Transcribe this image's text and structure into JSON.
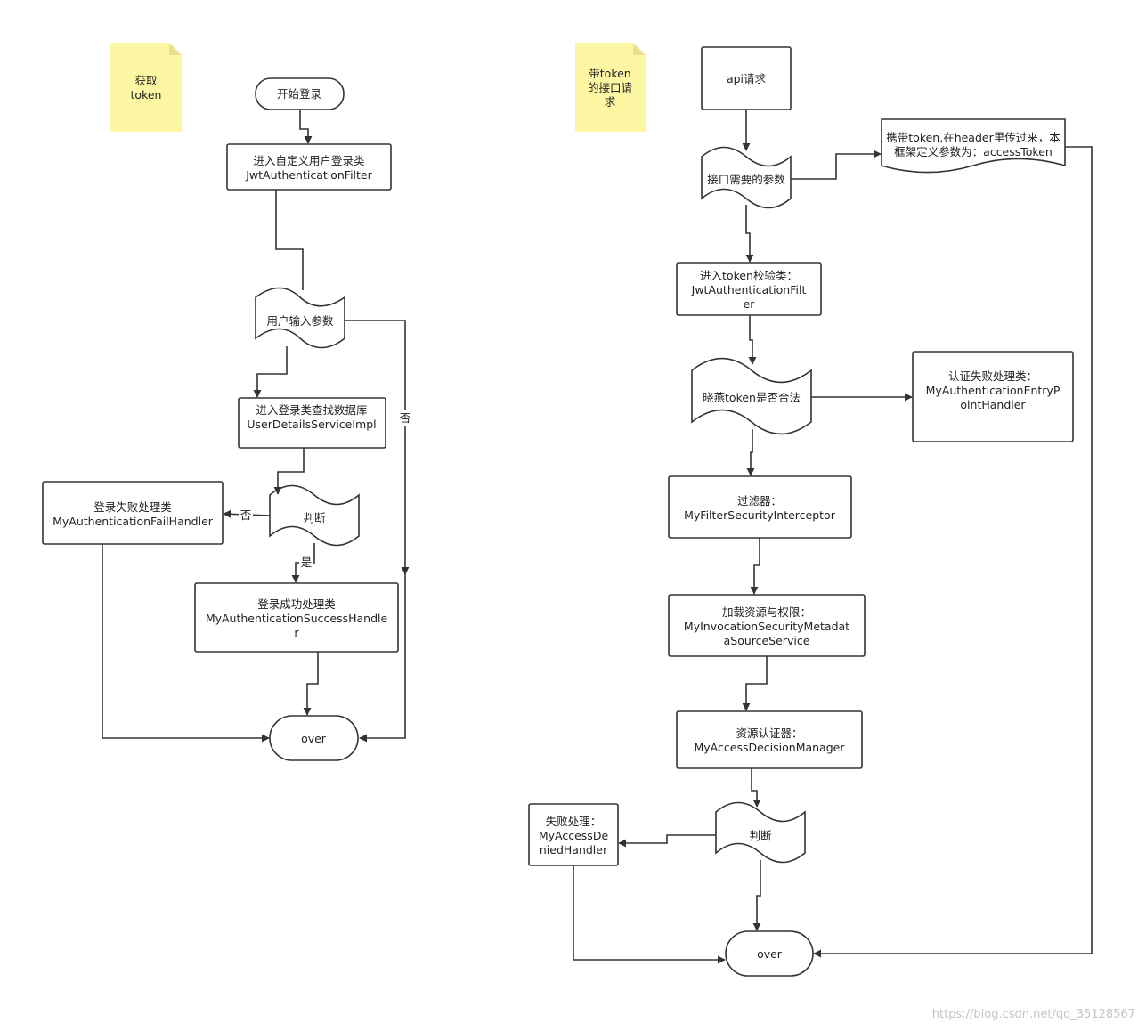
{
  "left_flow": {
    "note": [
      "获取",
      "token"
    ],
    "start": [
      "开始登录"
    ],
    "login_filter": [
      "进入自定义用户登录类",
      "JwtAuthenticationFilter"
    ],
    "user_input": [
      "用户输入参数"
    ],
    "user_details": [
      "进入登录类查找数据库",
      "UserDetailsServiceImpl"
    ],
    "decision": [
      "判断"
    ],
    "fail_handler": [
      "登录失败处理类",
      "MyAuthenticationFailHandler"
    ],
    "success_handler": [
      "登录成功处理类",
      "MyAuthenticationSuccessHandle",
      "r"
    ],
    "end": [
      "over"
    ],
    "label_no_right": "否",
    "label_no_left": "否",
    "label_yes": "是"
  },
  "right_flow": {
    "note": [
      "带token",
      "的接口请",
      "求"
    ],
    "api_request": [
      "api请求"
    ],
    "params": [
      "接口需要的参数"
    ],
    "token_note": [
      "携带token,在header里传过来，本",
      "框架定义参数为：accessToken"
    ],
    "token_filter": [
      "进入token校验类：",
      "JwtAuthenticationFilt",
      "er"
    ],
    "token_valid": [
      "晓燕token是否合法"
    ],
    "entry_point": [
      "认证失败处理类：",
      "MyAuthenticationEntryP",
      "ointHandler"
    ],
    "interceptor": [
      "过滤器：",
      "MyFilterSecurityInterceptor"
    ],
    "metadata": [
      "加载资源与权限：",
      "MyInvocationSecurityMetadat",
      "aSourceService"
    ],
    "decision_manager": [
      "资源认证器：",
      "MyAccessDecisionManager"
    ],
    "decision": [
      "判断"
    ],
    "denied": [
      "失败处理：",
      "MyAccessDe",
      "niedHandler"
    ],
    "end": [
      "over"
    ]
  },
  "watermark": "https://blog.csdn.net/qq_35128567"
}
